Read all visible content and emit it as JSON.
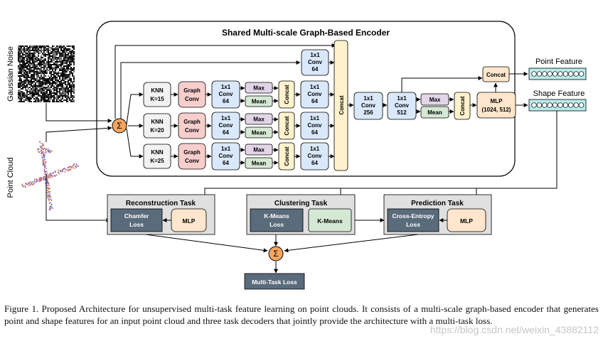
{
  "colors": {
    "knn": "#f2f2f2",
    "graph_conv": "#f8cecc",
    "conv": "#dae8fc",
    "pool_max": "#e1d5e7",
    "pool_mean": "#d5e8d4",
    "concat": "#fff2cc",
    "mlp": "#ffe6cc",
    "sum": "#f4a460",
    "task_panel": "#e0e0e0",
    "task_loss": "#5a6b7b",
    "kmeans": "#d5e8d4",
    "feature_vec": "#b9ecec"
  },
  "encoder": {
    "title": "Shared Multi-scale Graph-Based Encoder",
    "branches": [
      {
        "knn": [
          "KNN",
          "K=15"
        ],
        "graph_conv": [
          "Graph",
          "Conv"
        ],
        "conv": [
          "1x1",
          "Conv",
          "64"
        ],
        "max": "Max",
        "mean": "Mean",
        "concat": "Concat",
        "conv2": [
          "1x1",
          "Conv",
          "64"
        ]
      },
      {
        "knn": [
          "KNN",
          "K=20"
        ],
        "graph_conv": [
          "Graph",
          "Conv"
        ],
        "conv": [
          "1x1",
          "Conv",
          "64"
        ],
        "max": "Max",
        "mean": "Mean",
        "concat": "Concat",
        "conv2": [
          "1x1",
          "Conv",
          "64"
        ]
      },
      {
        "knn": [
          "KNN",
          "K=25"
        ],
        "graph_conv": [
          "Graph",
          "Conv"
        ],
        "conv": [
          "1x1",
          "Conv",
          "64"
        ],
        "max": "Max",
        "mean": "Mean",
        "concat": "Concat",
        "conv2": [
          "1x1",
          "Conv",
          "64"
        ]
      }
    ],
    "top_conv": [
      "1x1",
      "Conv",
      "64"
    ],
    "big_concat": "Concat",
    "conv256": [
      "1x1",
      "Conv",
      "256"
    ],
    "conv512": [
      "1x1",
      "Conv",
      "512"
    ],
    "max": "Max",
    "mean": "Mean",
    "concat2": "Concat",
    "mlp": [
      "MLP",
      "(1024, 512)"
    ],
    "concat_top": "Concat",
    "sum_symbol": "Σ"
  },
  "inputs": {
    "noise_label": "Gaussian Noise",
    "cloud_label": "Point Cloud"
  },
  "features": {
    "point_label": "Point Feature",
    "shape_label": "Shape Feature",
    "cells": 10
  },
  "tasks": {
    "reconstruction": {
      "title": "Reconstruction Task",
      "loss": [
        "Chamfer",
        "Loss"
      ],
      "mlp": "MLP"
    },
    "clustering": {
      "title": "Clustering Task",
      "loss": [
        "K-Means",
        "Loss"
      ],
      "kmeans": "K-Means"
    },
    "prediction": {
      "title": "Prediction Task",
      "loss": [
        "Cross-Entropy",
        "Loss"
      ],
      "mlp": "MLP"
    }
  },
  "multi_task_loss": "Multi-Task Loss",
  "caption": "Figure 1. Proposed Architecture for unsupervised multi-task feature learning on point clouds.  It consists of a multi-scale graph-based encoder that generates point and shape features for an input point cloud and three task decoders that jointly provide the architecture with a multi-task loss.",
  "watermark": "https://blog.csdn.net/weixin_43882112"
}
